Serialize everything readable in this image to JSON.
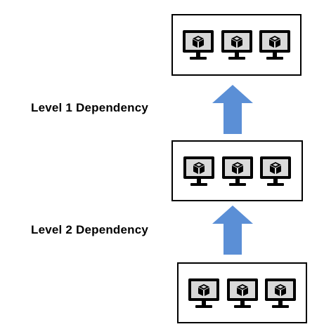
{
  "labels": {
    "level1": "Level 1 Dependency",
    "level2": "Level 2 Dependency"
  },
  "tiers": [
    {
      "name": "top",
      "machines": 3
    },
    {
      "name": "middle",
      "machines": 3
    },
    {
      "name": "bottom",
      "machines": 3
    }
  ],
  "icons": {
    "machine": "computer-with-package-icon",
    "flow": "arrow-up-icon"
  },
  "colors": {
    "arrow": "#5b8fd6",
    "outline": "#000000",
    "screen": "#d9d9d9"
  }
}
